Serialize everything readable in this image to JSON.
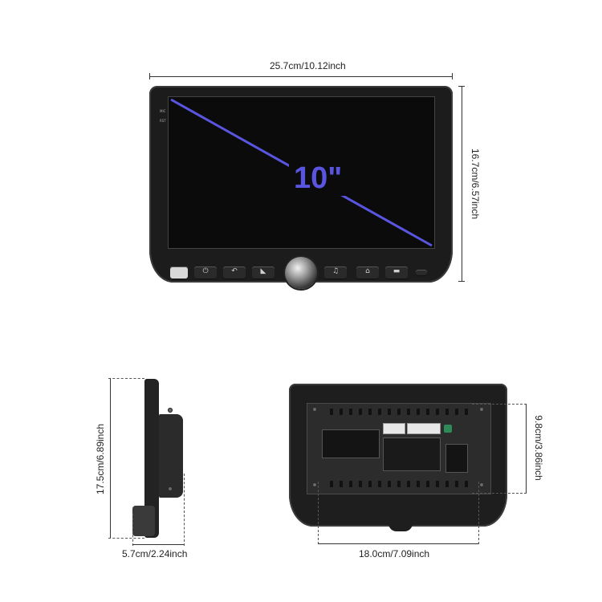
{
  "dimensions": {
    "front_width": "25.7cm/10.12inch",
    "front_height": "16.7cm/6.57inch",
    "screen_size": "10\"",
    "side_height": "17.5cm/6.89inch",
    "side_depth": "5.7cm/2.24inch",
    "back_width": "18.0cm/7.09inch",
    "back_height": "9.8cm/3.86inch"
  },
  "front_panel": {
    "side_labels": [
      "MIC",
      "RST"
    ],
    "button_glyphs": [
      "⏻",
      "↶",
      "◣",
      "♫",
      "⌂",
      "▬"
    ]
  },
  "colors": {
    "diagonal": "#5a55e0",
    "screen_size_text": "#5a55e0",
    "device_body": "#1c1c1c"
  }
}
